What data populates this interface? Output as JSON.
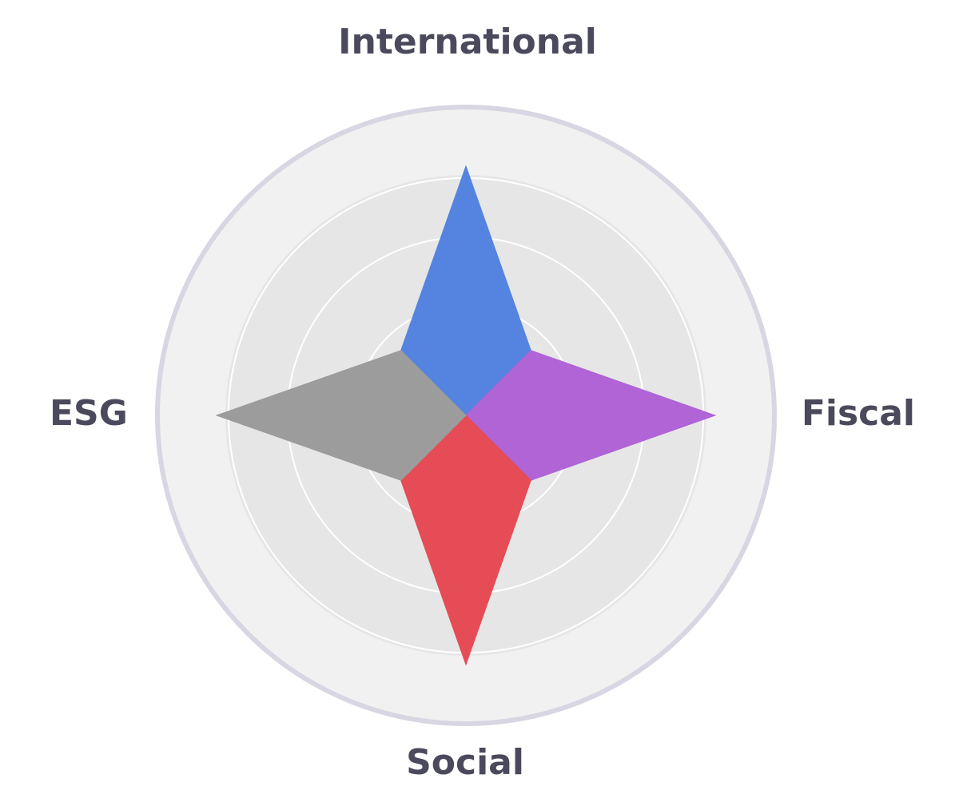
{
  "chart_data": {
    "type": "radar",
    "axes": [
      "International",
      "Fiscal",
      "Social",
      "ESG"
    ],
    "max_value": 5,
    "rings": [
      1,
      2,
      3,
      4,
      5
    ],
    "center_value_inner": 0.5,
    "points": [
      {
        "axis": "International",
        "value": 4
      },
      {
        "axis": "Fiscal",
        "value": 4
      },
      {
        "axis": "Social",
        "value": 4
      },
      {
        "axis": "ESG",
        "value": 4
      }
    ],
    "sector_colors": {
      "International": "#5584e0",
      "Fiscal": "#b064d6",
      "Social": "#e64c55",
      "ESG": "#9c9c9c"
    },
    "label_color": "#4b4a5c",
    "outer_ring_color": "#d8d6e2",
    "band_colors": [
      "#f1f1f1",
      "#e6e6e6"
    ]
  }
}
